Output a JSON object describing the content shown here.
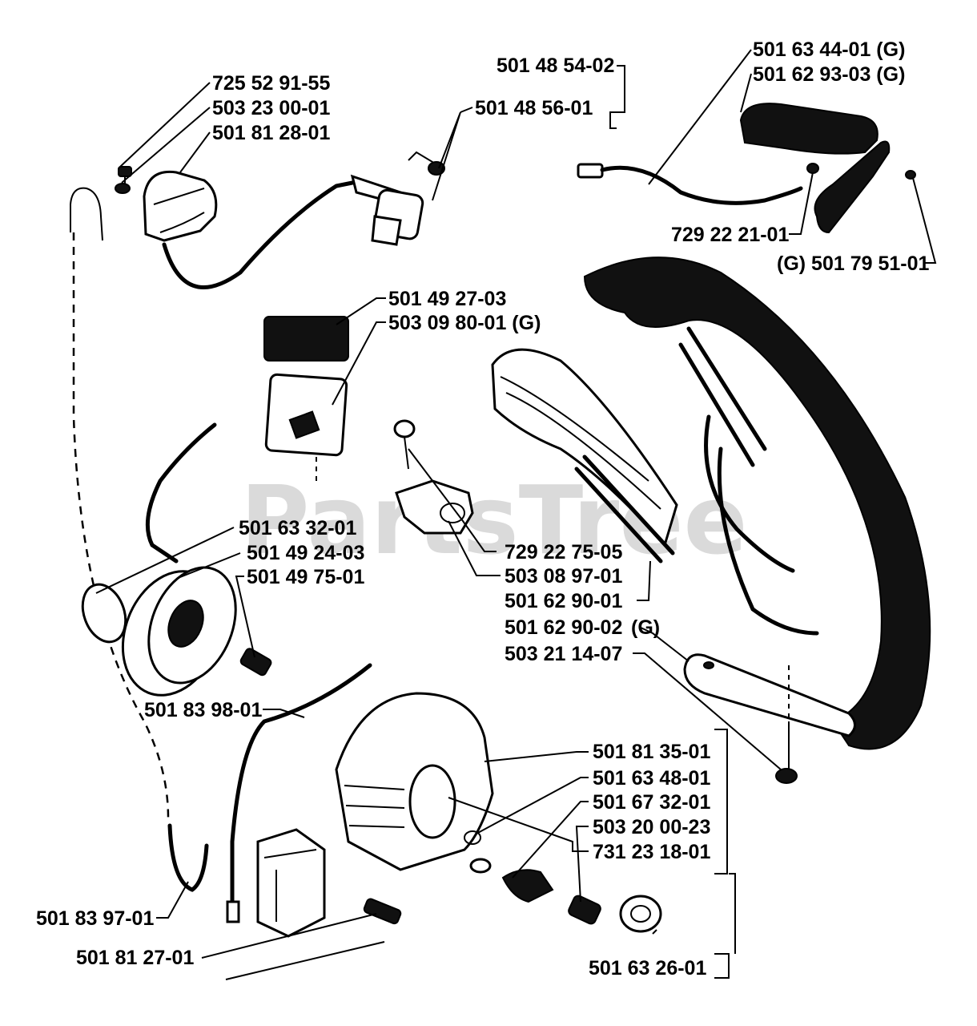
{
  "watermark": "PartsTree",
  "labels": {
    "p1": "725 52 91-55",
    "p2": "503 23 00-01",
    "p3": "501 81 28-01",
    "p4": "501 48 54-02",
    "p5": "501 48 56-01",
    "p6": "501 63 44-01 (G)",
    "p7": "501 62 93-03 (G)",
    "p8": "729 22 21-01",
    "p9": "(G) 501 79 51-01",
    "p10": "501 49 27-03",
    "p11": "503 09 80-01 (G)",
    "p12": "501 63 32-01",
    "p13": "501 49 24-03",
    "p14": "501 49 75-01",
    "p15": "729 22 75-05",
    "p16": "503 08 97-01",
    "p17": "501 62 90-01",
    "p18": "501 62 90-02",
    "p18g": "(G)",
    "p19": "503 21 14-07",
    "p20": "501 83 98-01",
    "p21": "501 81 35-01",
    "p22": "501 63 48-01",
    "p23": "501 67 32-01",
    "p24": "503 20 00-23",
    "p25": "731 23 18-01",
    "p26": "501 83 97-01",
    "p27": "501 81 27-01",
    "p28": "501 63 26-01"
  }
}
